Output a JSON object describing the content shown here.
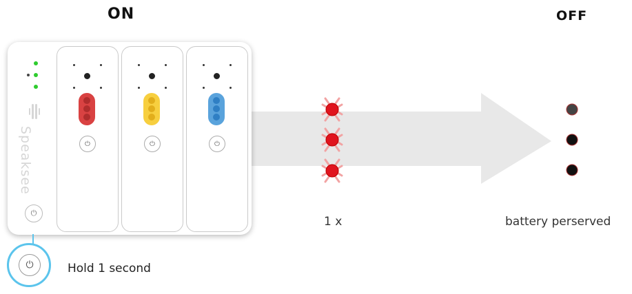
{
  "labels": {
    "on": "ON",
    "off": "OFF",
    "hold": "Hold 1 second",
    "blink": "1 x",
    "battery": "battery perserved"
  },
  "device": {
    "brand": "Speaksee",
    "mic_colors": [
      "#d94242",
      "#f7cf3f",
      "#5aa3dc"
    ],
    "pill_dot_colors": [
      "#b02d2d",
      "#e2ae1b",
      "#2f7fc4"
    ],
    "hub_led_color": "#2ecc2e",
    "callout_color": "#5bc4ec"
  },
  "icons": {
    "power": "⏻"
  },
  "colors": {
    "blink_led": "#e0141e",
    "blink_ray": "#f2a3a3",
    "off_led": "#111111",
    "arrow": "#e8e8e8"
  }
}
